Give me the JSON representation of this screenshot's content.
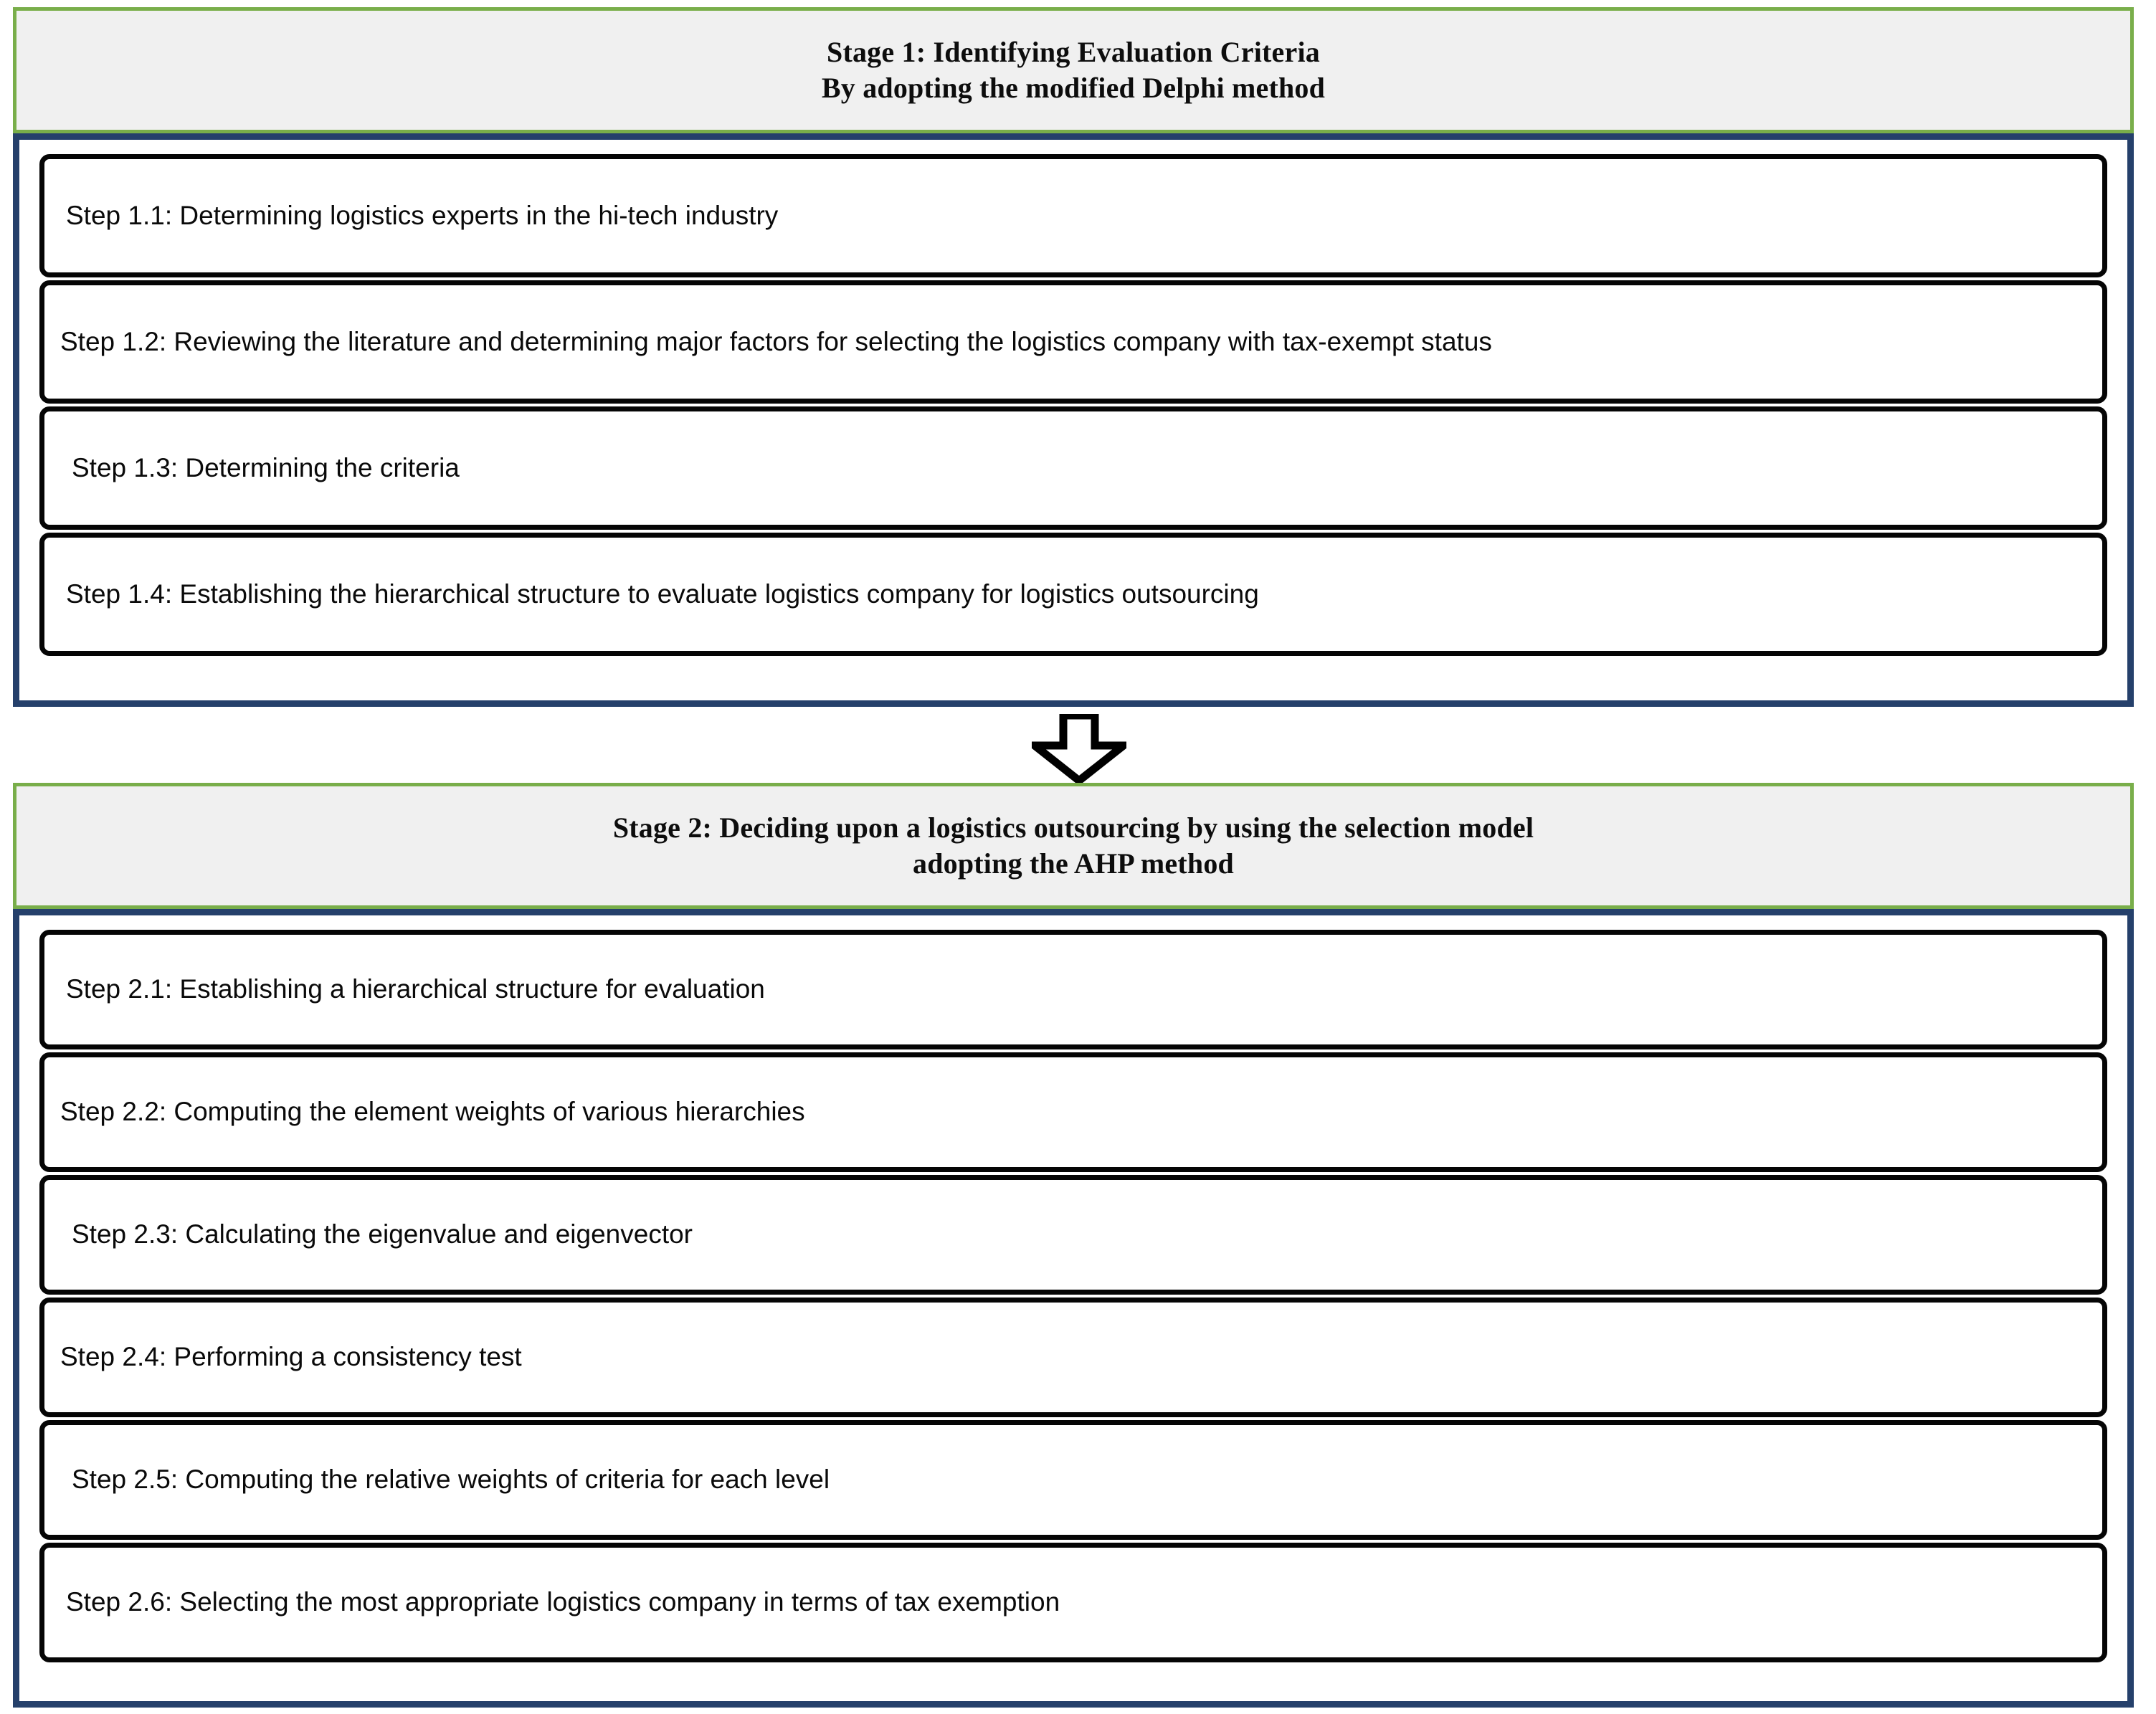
{
  "diagram": {
    "title": "Two-stage logistics company selection research framework",
    "colors": {
      "header_border": "#79ae4a",
      "header_fill": "#f0f0f0",
      "body_border": "#25406b",
      "step_border": "#050505",
      "step_fill": "#ffffff",
      "text": "#0a0a0a"
    },
    "connector": {
      "icon": "down-block-arrow-icon",
      "direction": "down"
    },
    "stages": [
      {
        "id": "stage-1",
        "header_lines": [
          "Stage 1: Identifying Evaluation Criteria",
          "By adopting the modified Delphi method"
        ],
        "steps": [
          {
            "id": "step-1-1",
            "label": "Step 1.1: Determining logistics experts in the hi-tech industry",
            "indent": 1
          },
          {
            "id": "step-1-2",
            "label": "Step 1.2: Reviewing the literature and determining major factors for selecting the logistics company with tax-exempt status",
            "indent": 0
          },
          {
            "id": "step-1-3",
            "label": "Step 1.3: Determining the criteria",
            "indent": 2
          },
          {
            "id": "step-1-4",
            "label": "Step 1.4: Establishing the hierarchical structure to evaluate logistics company for logistics outsourcing",
            "indent": 1
          }
        ]
      },
      {
        "id": "stage-2",
        "header_lines": [
          "Stage 2: Deciding upon a logistics outsourcing by using the selection model",
          "adopting the AHP method"
        ],
        "steps": [
          {
            "id": "step-2-1",
            "label": "Step 2.1: Establishing a hierarchical structure for evaluation",
            "indent": 1
          },
          {
            "id": "step-2-2",
            "label": "Step 2.2: Computing the element weights of various hierarchies",
            "indent": 0
          },
          {
            "id": "step-2-3",
            "label": "Step 2.3: Calculating the eigenvalue and eigenvector",
            "indent": 2
          },
          {
            "id": "step-2-4",
            "label": "Step 2.4: Performing a consistency test",
            "indent": 0
          },
          {
            "id": "step-2-5",
            "label": "Step 2.5: Computing the relative weights of criteria for each level",
            "indent": 2
          },
          {
            "id": "step-2-6",
            "label": "Step 2.6: Selecting the most appropriate logistics company in terms of tax exemption",
            "indent": 1
          }
        ]
      }
    ]
  }
}
